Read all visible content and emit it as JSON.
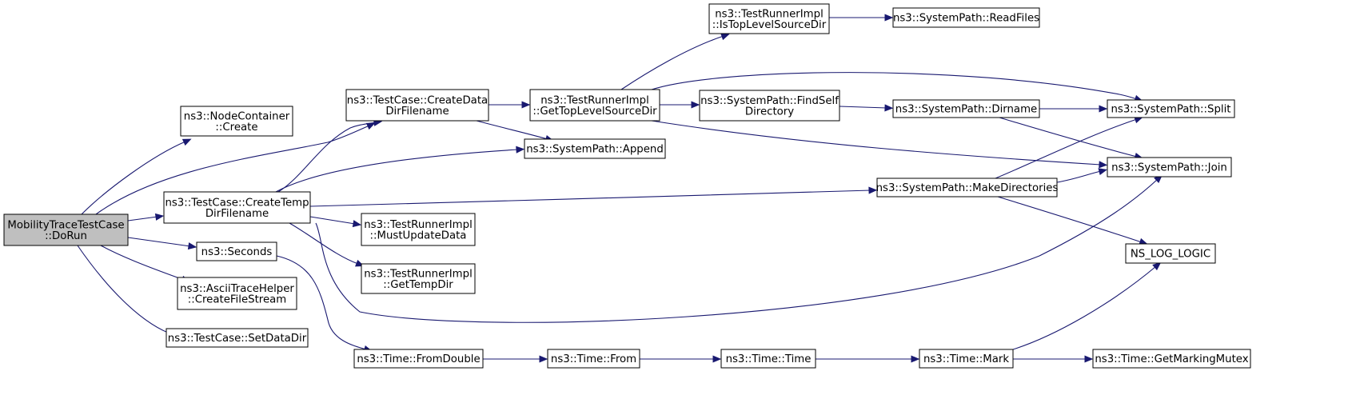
{
  "graph": {
    "nodes": {
      "dorun": [
        "MobilityTraceTestCase",
        "::DoRun"
      ],
      "nc_create": [
        "ns3::NodeContainer",
        "::Create"
      ],
      "create_data_dir": [
        "ns3::TestCase::CreateData",
        "DirFilename"
      ],
      "create_temp_dir": [
        "ns3::TestCase::CreateTemp",
        "DirFilename"
      ],
      "seconds": [
        "ns3::Seconds"
      ],
      "ascii_create": [
        "ns3::AsciiTraceHelper",
        "::CreateFileStream"
      ],
      "set_data_dir": [
        "ns3::TestCase::SetDataDir"
      ],
      "get_top_level": [
        "ns3::TestRunnerImpl",
        "::GetTopLevelSourceDir"
      ],
      "append": [
        "ns3::SystemPath::Append"
      ],
      "must_update": [
        "ns3::TestRunnerImpl",
        "::MustUpdateData"
      ],
      "get_temp_dir": [
        "ns3::TestRunnerImpl",
        "::GetTempDir"
      ],
      "from_double": [
        "ns3::Time::FromDouble"
      ],
      "is_top_level": [
        "ns3::TestRunnerImpl",
        "::IsTopLevelSourceDir"
      ],
      "find_self": [
        "ns3::SystemPath::FindSelf",
        "Directory"
      ],
      "read_files": [
        "ns3::SystemPath::ReadFiles"
      ],
      "dirname": [
        "ns3::SystemPath::Dirname"
      ],
      "make_dirs": [
        "ns3::SystemPath::MakeDirectories"
      ],
      "split": [
        "ns3::SystemPath::Split"
      ],
      "join": [
        "ns3::SystemPath::Join"
      ],
      "ns_log_logic": [
        "NS_LOG_LOGIC"
      ],
      "time_from": [
        "ns3::Time::From"
      ],
      "time_time": [
        "ns3::Time::Time"
      ],
      "time_mark": [
        "ns3::Time::Mark"
      ],
      "get_marking_mutex": [
        "ns3::Time::GetMarkingMutex"
      ]
    },
    "edges": [
      [
        "dorun",
        "nc_create"
      ],
      [
        "dorun",
        "create_data_dir"
      ],
      [
        "dorun",
        "create_temp_dir"
      ],
      [
        "dorun",
        "seconds"
      ],
      [
        "dorun",
        "ascii_create"
      ],
      [
        "dorun",
        "set_data_dir"
      ],
      [
        "create_data_dir",
        "get_top_level"
      ],
      [
        "create_data_dir",
        "append"
      ],
      [
        "create_temp_dir",
        "create_data_dir"
      ],
      [
        "create_temp_dir",
        "append"
      ],
      [
        "create_temp_dir",
        "make_dirs"
      ],
      [
        "create_temp_dir",
        "must_update"
      ],
      [
        "create_temp_dir",
        "get_temp_dir"
      ],
      [
        "create_temp_dir",
        "join"
      ],
      [
        "seconds",
        "from_double"
      ],
      [
        "get_top_level",
        "is_top_level"
      ],
      [
        "get_top_level",
        "find_self"
      ],
      [
        "get_top_level",
        "split"
      ],
      [
        "get_top_level",
        "join"
      ],
      [
        "is_top_level",
        "read_files"
      ],
      [
        "find_self",
        "dirname"
      ],
      [
        "dirname",
        "split"
      ],
      [
        "dirname",
        "join"
      ],
      [
        "make_dirs",
        "split"
      ],
      [
        "make_dirs",
        "join"
      ],
      [
        "make_dirs",
        "ns_log_logic"
      ],
      [
        "from_double",
        "time_from"
      ],
      [
        "time_from",
        "time_time"
      ],
      [
        "time_time",
        "time_mark"
      ],
      [
        "time_mark",
        "ns_log_logic"
      ],
      [
        "time_mark",
        "get_marking_mutex"
      ]
    ]
  }
}
